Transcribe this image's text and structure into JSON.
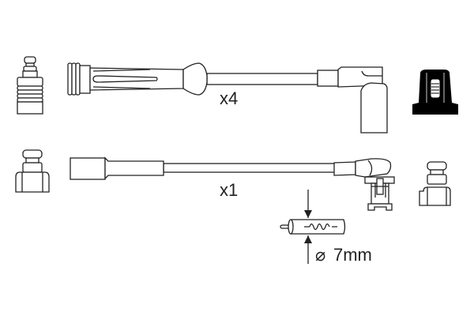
{
  "labels": {
    "top_quantity": "x4",
    "bottom_quantity": "x1",
    "diameter": "7mm",
    "diameter_symbol": "⌀"
  },
  "colors": {
    "line": "#222222",
    "background": "#ffffff",
    "cap_fill": "#000000"
  }
}
